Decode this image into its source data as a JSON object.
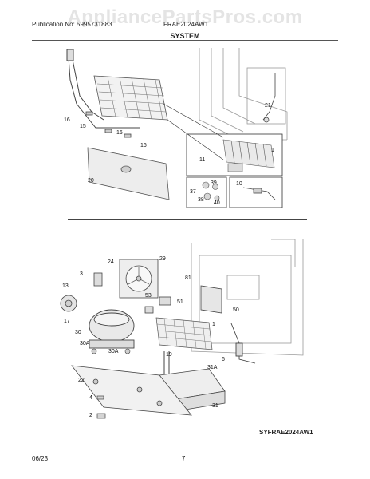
{
  "header": {
    "publication": "Publication No: 5995731883",
    "model": "FRAE2024AW1",
    "title": "SYSTEM",
    "watermark": "AppliancePartsPros.com"
  },
  "diagram": {
    "code": "SYFRAE2024AW1",
    "upper_labels": [
      "16",
      "15",
      "16",
      "16",
      "20",
      "21",
      "11",
      "1",
      "37",
      "39",
      "38",
      "40",
      "10"
    ],
    "lower_labels": [
      "24",
      "29",
      "3",
      "13",
      "53",
      "51",
      "81",
      "50",
      "17",
      "30",
      "30A",
      "30A",
      "1",
      "19",
      "6",
      "31A",
      "22",
      "4",
      "2",
      "31"
    ]
  },
  "footer": {
    "date": "06/23",
    "page": "7"
  }
}
